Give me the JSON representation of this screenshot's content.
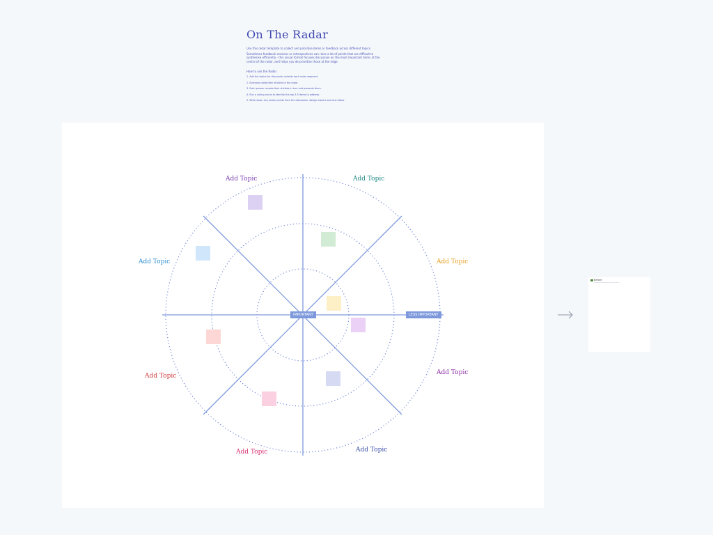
{
  "header": {
    "title": "On The Radar",
    "intro": "Use this radar template to collect and prioritise items or feedback across different topics.",
    "description": "Sometimes feedback sessions or retrospectives can raise a lot of points that are difficult to synthesise efficiently - this visual format focuses discussion on the most important items at the centre of the radar, and helps you de-prioritise those at the edge.",
    "howto_title": "How to use the Radar",
    "steps": [
      "1. Add the topics for discussion outside each radar segment.",
      "2. Everyone adds their stickies to the radar.",
      "3. Each person reveals their stickies in turn and presents them.",
      "4. Run a voting round to identify the top 3-5 items to address.",
      "5. Write down any action points from the discussion. Assign owners and due dates."
    ]
  },
  "radar": {
    "axis_labels": {
      "center": "IMPORTANT",
      "edge": "LESS IMPORTANT"
    },
    "topics": [
      {
        "label": "Add Topic",
        "color": "#7b3fb0"
      },
      {
        "label": "Add Topic",
        "color": "#1f8a86"
      },
      {
        "label": "Add Topic",
        "color": "#2f8fcf"
      },
      {
        "label": "Add Topic",
        "color": "#e6a020"
      },
      {
        "label": "Add Topic",
        "color": "#cf3a3a"
      },
      {
        "label": "Add Topic",
        "color": "#8f2fa6"
      },
      {
        "label": "Add Topic",
        "color": "#d62f6f"
      },
      {
        "label": "Add Topic",
        "color": "#3a4fa8"
      }
    ],
    "stickies": [
      {
        "color": "#dcd1f3"
      },
      {
        "color": "#d2ebd5"
      },
      {
        "color": "#cfe6fb"
      },
      {
        "color": "#fdefc6"
      },
      {
        "color": "#ead1f5"
      },
      {
        "color": "#fcd7d6"
      },
      {
        "color": "#d6daf3"
      },
      {
        "color": "#fbd0e1"
      }
    ]
  },
  "side_panel": {
    "title": "Before"
  },
  "icons": {
    "arrow": "arrow-right-icon"
  }
}
